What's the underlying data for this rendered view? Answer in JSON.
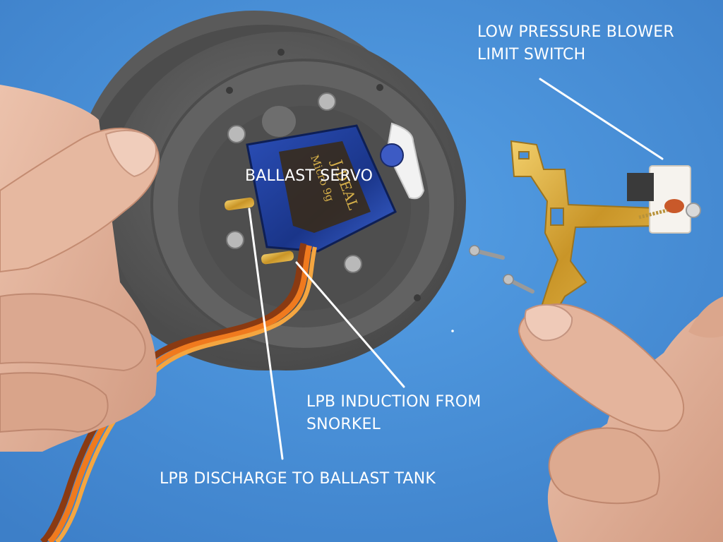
{
  "labels": {
    "limit_switch_line1": "LOW PRESSURE BLOWER",
    "limit_switch_line2": "LIMIT SWITCH",
    "servo": "BALLAST SERVO",
    "induction_line1": "LPB INDUCTION FROM",
    "induction_line2": "SNORKEL",
    "discharge": "LPB DISCHARGE TO BALLAST TANK"
  },
  "servo_sticker": {
    "brand": "J-DEAL",
    "model": "Micro 9g"
  },
  "colors": {
    "background": "#4a8fd6",
    "housing": "#5f5f5f",
    "servo": "#1f3f9a",
    "bracket": "#d4a637",
    "skin": "#e2b39c",
    "wire_orange": "#f07a1e",
    "wire_brown": "#8a3a12"
  }
}
